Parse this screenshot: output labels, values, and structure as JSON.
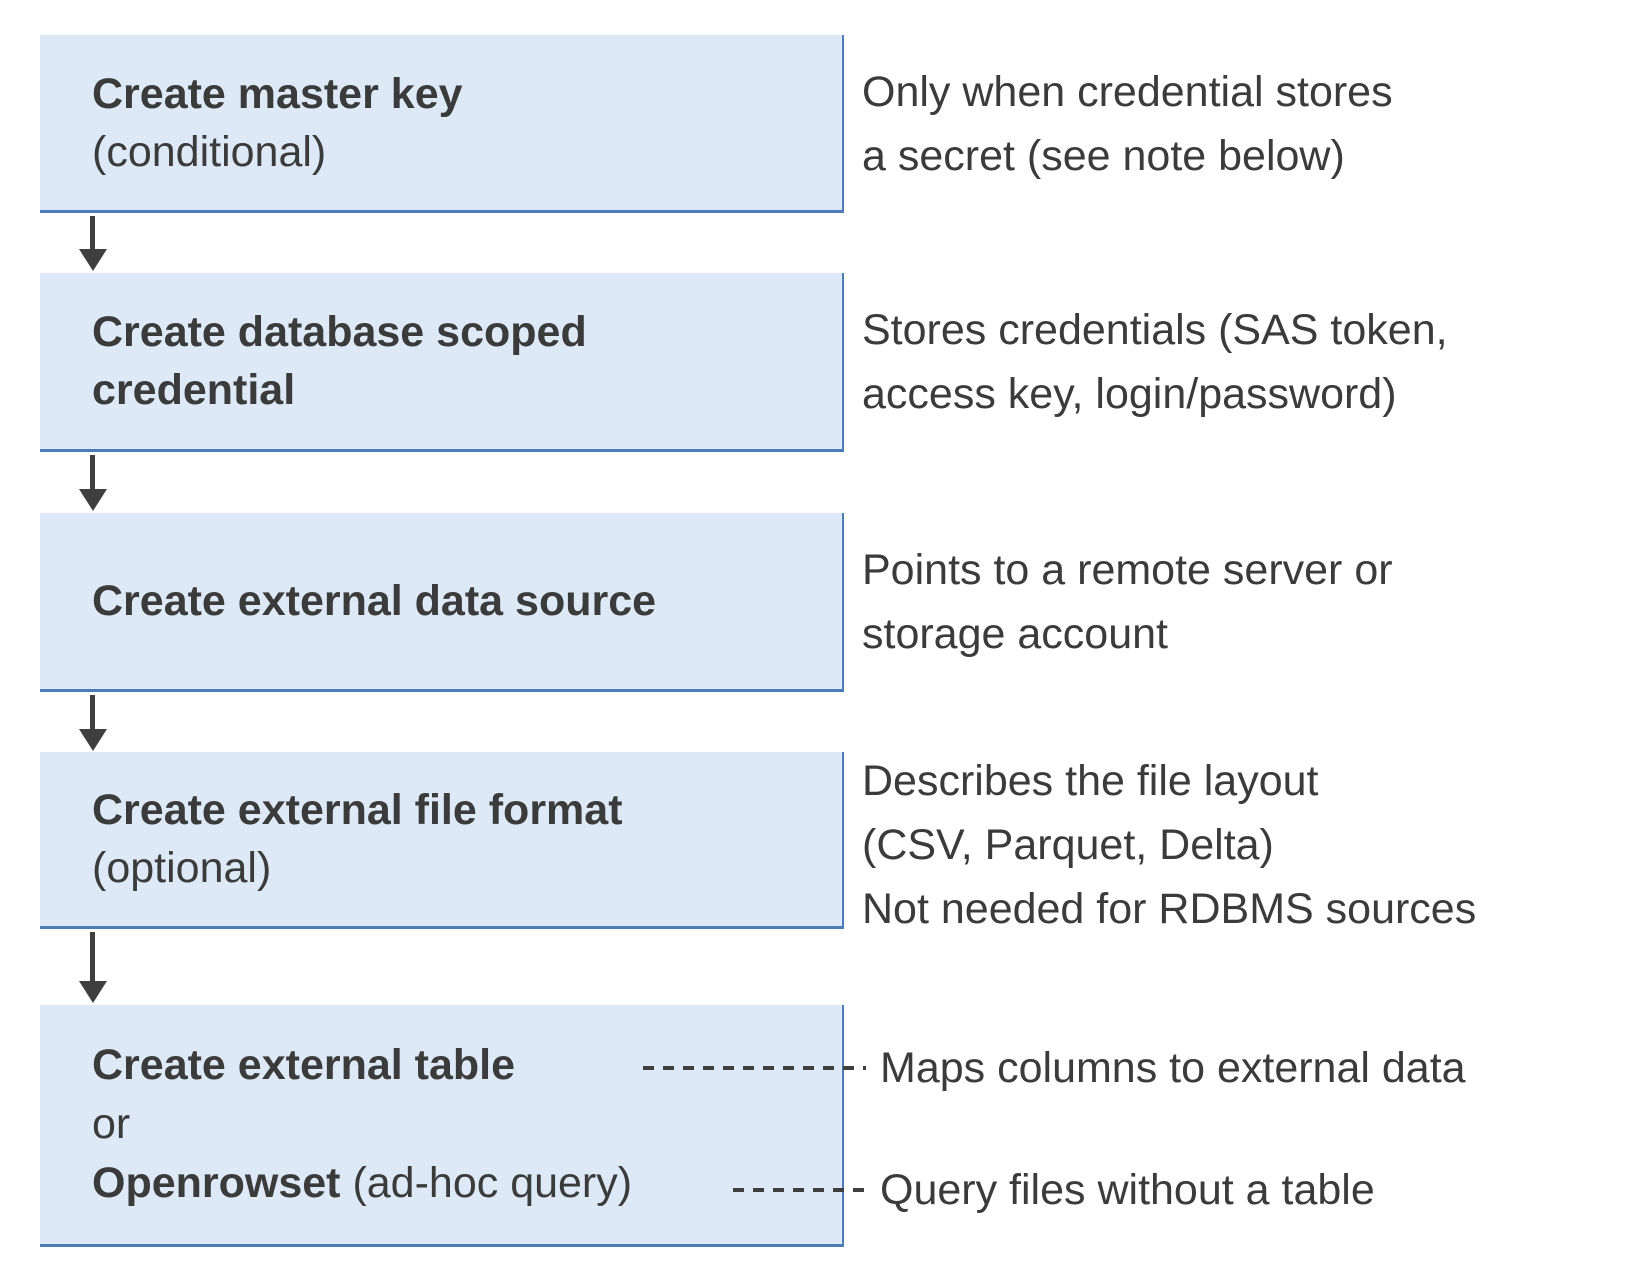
{
  "colors": {
    "box_fill": "#dde9f7",
    "box_border": "#4d7db8",
    "arrow": "#3f3f3f",
    "text": "#3b3b3b"
  },
  "steps": [
    {
      "title": "Create master key",
      "subtitle": "(conditional)",
      "note": "Only when credential stores\na secret (see note below)"
    },
    {
      "title": "Create database scoped\ncredential",
      "note": "Stores credentials (SAS token,\naccess key, login/password)"
    },
    {
      "title": "Create external data source",
      "note": "Points to a remote server or\nstorage account"
    },
    {
      "title": "Create external file format",
      "subtitle": "(optional)",
      "note": "Describes the file layout\n(CSV, Parquet, Delta)\nNot needed for RDBMS sources"
    },
    {
      "title": "Create external table",
      "conjunction": "or",
      "alternative": "Openrowset",
      "alternative_suffix": " (ad-hoc query)",
      "note_table": "Maps columns to external data",
      "note_openrowset": "Query files without a table"
    }
  ]
}
